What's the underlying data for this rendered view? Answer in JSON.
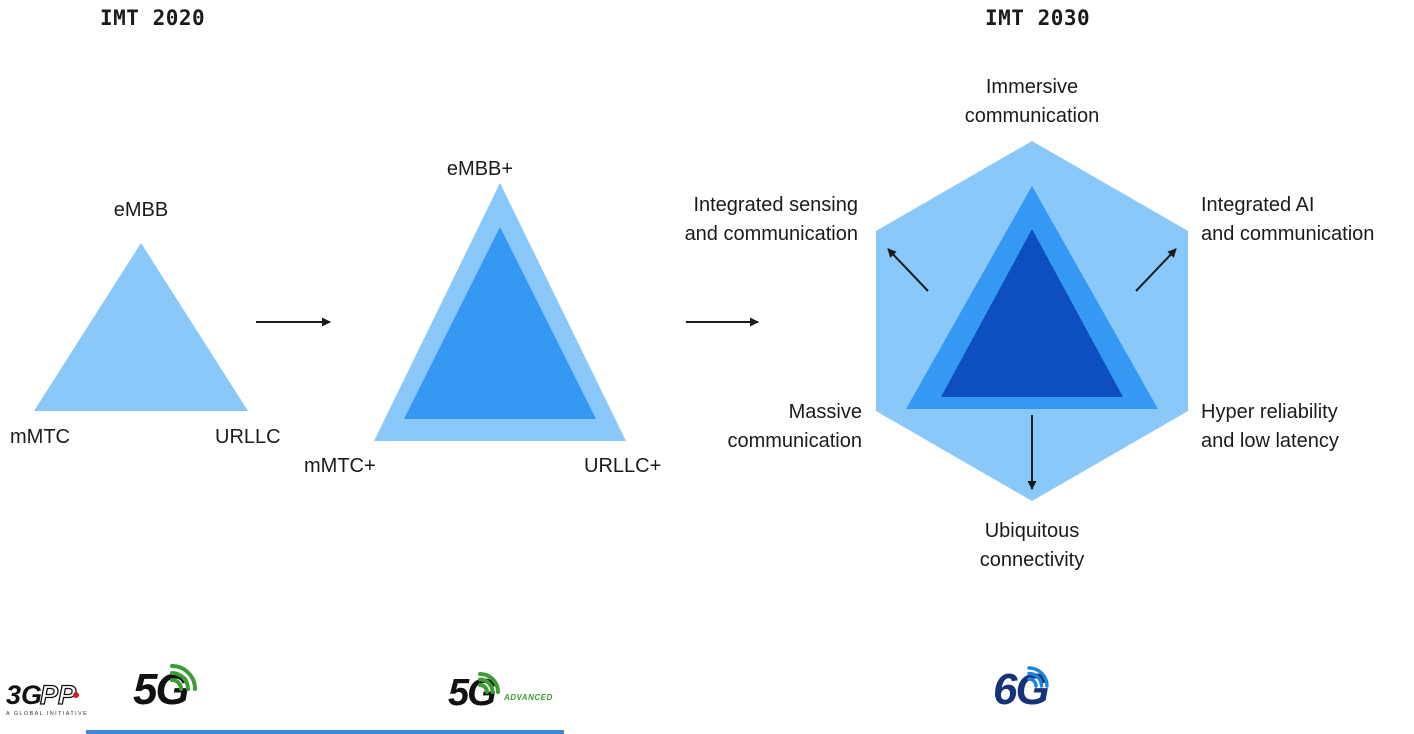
{
  "headers": {
    "left": "IMT 2020",
    "right": "IMT 2030"
  },
  "stage_5g": {
    "top": "eMBB",
    "bottom_left": "mMTC",
    "bottom_right": "URLLC"
  },
  "stage_5g_advanced": {
    "top": "eMBB+",
    "bottom_left": "mMTC+",
    "bottom_right": "URLLC+"
  },
  "stage_6g": {
    "top": [
      "Immersive",
      "communication"
    ],
    "upper_left": [
      "Integrated sensing",
      "and communication"
    ],
    "upper_right": [
      "Integrated AI",
      "and communication"
    ],
    "lower_left": [
      "Massive",
      "communication"
    ],
    "lower_right": [
      "Hyper reliability",
      "and low latency"
    ],
    "bottom": [
      "Ubiquitous",
      "connectivity"
    ]
  },
  "logos": {
    "3gpp": {
      "part1": "3G",
      "part2": "PP",
      "tagline": "A GLOBAL INITIATIVE"
    },
    "5g": {
      "text": "5G"
    },
    "5g_advanced": {
      "text": "5G",
      "suffix": "ADVANCED"
    },
    "6g": {
      "text": "6G"
    }
  },
  "colors": {
    "light_blue": "#89C8F9",
    "medium_blue": "#3598F2",
    "dark_blue": "#0D4FC0",
    "ink": "#1B1B1B",
    "green": "#3E9B35",
    "navy": "#16337A",
    "wave_blue": "#1B84DC",
    "red": "#CE2029",
    "crop_bar": "#3E86D8"
  }
}
